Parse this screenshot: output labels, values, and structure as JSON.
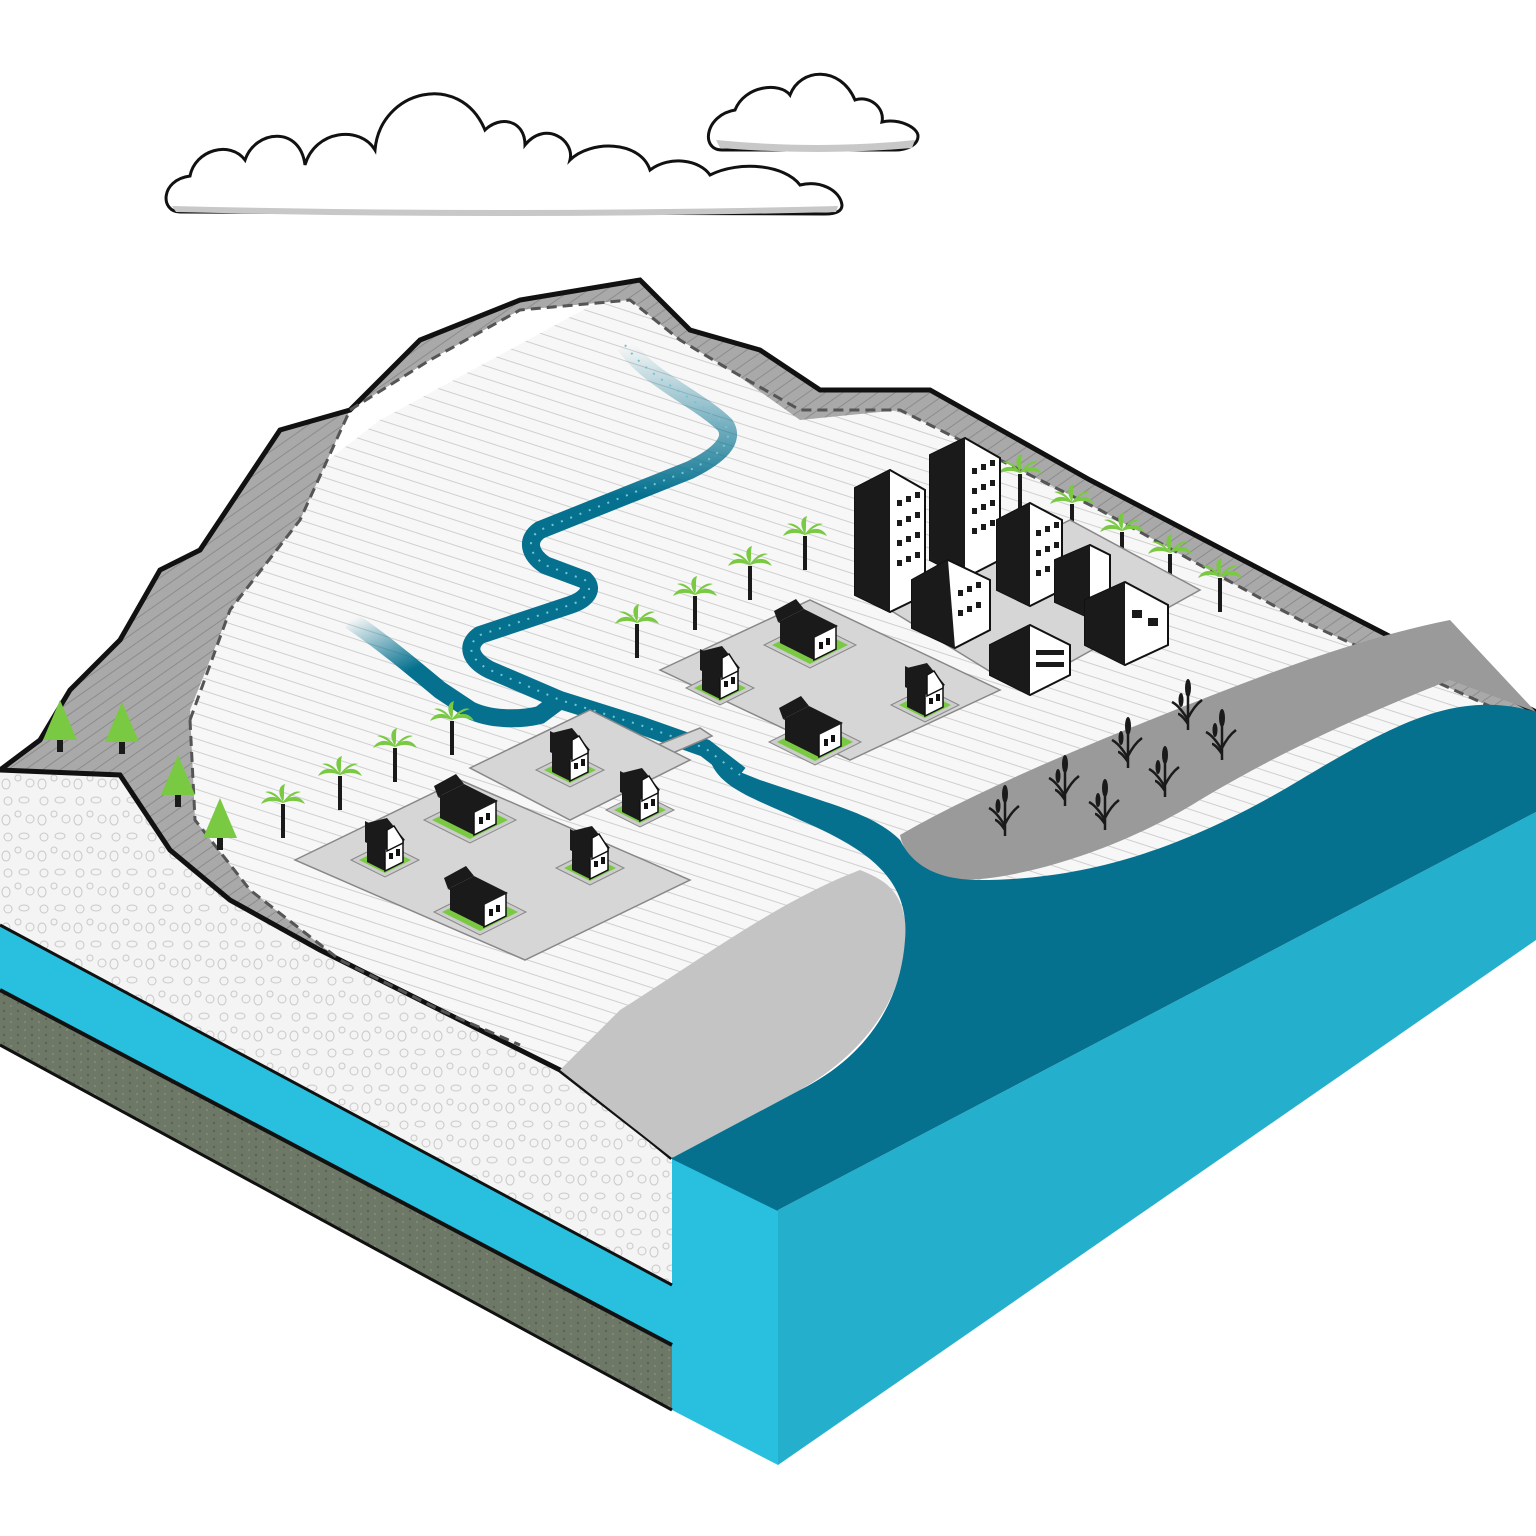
{
  "diagram": {
    "kind": "isometric-coastal-block-diagram",
    "labels": [],
    "elements": {
      "sky": [
        "cloud",
        "cloud"
      ],
      "terrain": [
        "mountain-slope",
        "floodplain",
        "beach",
        "wetland-shore"
      ],
      "water": [
        "mountain-stream",
        "river-channel",
        "estuary",
        "sea",
        "groundwater-layer"
      ],
      "subsurface": [
        "gravel-soil-layer",
        "aquifer-layer",
        "bedrock-layer"
      ],
      "settlements": [
        "suburban-housing-cluster",
        "town-housing-cluster",
        "high-rise-district"
      ],
      "vegetation": [
        "conifer-trees",
        "palm-trees",
        "reeds"
      ],
      "infrastructure": [
        "bridge",
        "roads"
      ]
    }
  },
  "colors": {
    "sea_top": "#05718f",
    "sea_side": "#24b0cc",
    "sea_front": "#28c0de",
    "groundwater": "#28c0de",
    "river": "#05718f",
    "grass": "#7ac943",
    "tree": "#7ac943",
    "building": "#1a1a1a",
    "ground": "#f7f7f7",
    "beach": "#c4c4c4",
    "wetland": "#9a9a9a",
    "mountain_rock": "#a9a9a9",
    "bedrock": "#6e7866",
    "outline": "#111111"
  }
}
